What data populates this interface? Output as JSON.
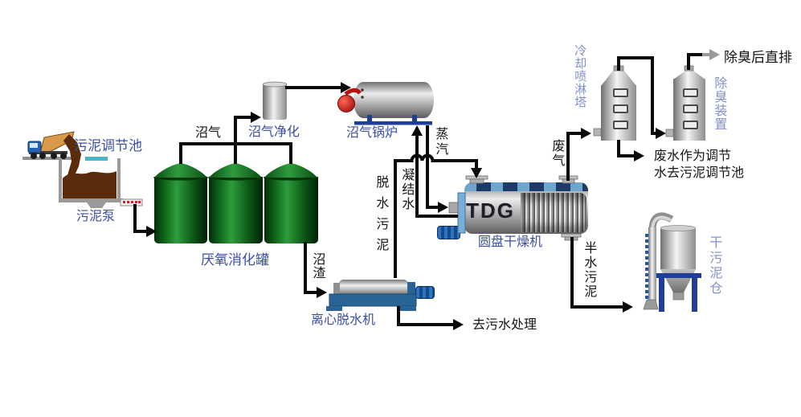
{
  "diagram_title": "sludge-treatment-process-flow",
  "colors": {
    "equipment_label_blue": "#3a4fa8",
    "equipment_label_light_blue": "#8291c9",
    "stream_label_black": "#141414",
    "pipe_black": "#0a0a0a",
    "digester_green": "#1f8a2c",
    "support_blue": "#1f3d99",
    "burner_red": "#c32014",
    "dryer_band_blue": "#1d3b66",
    "rotary_joint_blue": "#79aed8",
    "sludge_brown": "#5a2c0c"
  },
  "equipment": {
    "conditioning_tank": "污泥调节池",
    "sludge_pump": "污泥泵",
    "digester": "厌氧消化罐",
    "biogas_purifier": "沼气净化",
    "biogas_boiler": "沼气锅炉",
    "centrifuge": "离心脱水机",
    "disc_dryer": "圆盘干燥机",
    "disc_dryer_brand": "TDG",
    "cooling_spray_tower": "冷却喷淋塔",
    "deodorizer": "除臭装置",
    "dry_sludge_silo": "干污泥仓"
  },
  "streams": {
    "biogas": "沼气",
    "biogas_residue": "沼渣",
    "steam": "蒸汽",
    "condensate": "凝结水",
    "dewatered_sludge": "脱水污泥",
    "waste_gas": "废气",
    "semi_dry_sludge": "半水污泥",
    "to_sewage_treatment": "去污水处理",
    "deodorized_discharge": "除臭后直排",
    "wastewater_note_line1": "废水作为调节",
    "wastewater_note_line2": "水去污泥调节池"
  }
}
